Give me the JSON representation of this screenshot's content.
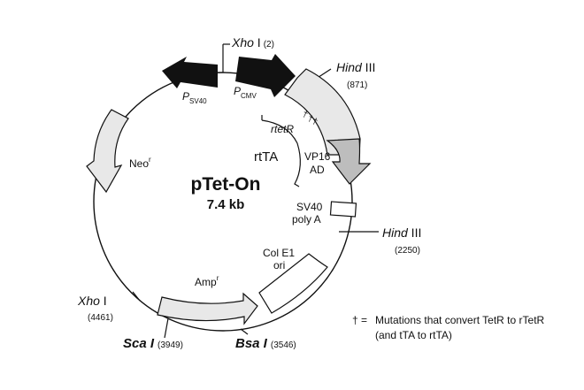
{
  "plasmid": {
    "name": "pTet-On",
    "size": "7.4 kb"
  },
  "sites": {
    "xho1_top": {
      "name_italic": "Xho",
      "name_rest": " I",
      "position": "(2)"
    },
    "hind3_top": {
      "name_italic": "Hind",
      "name_rest": " III",
      "position": "(871)"
    },
    "hind3_right": {
      "name_italic": "Hind",
      "name_rest": " III",
      "position": "(2250)"
    },
    "xho1_left": {
      "name_italic": "Xho",
      "name_rest": " I",
      "position": "(4461)"
    },
    "sca1": {
      "name": "Sca I",
      "position": "(3949)"
    },
    "bsa1": {
      "name": "Bsa I",
      "position": "(3546)"
    }
  },
  "features": {
    "psv40": {
      "p": "P",
      "sub": "SV40"
    },
    "pcmv": {
      "p": "P",
      "sub": "CMV"
    },
    "rtetr": "rtetR",
    "rtta": "rtTA",
    "vp16_line1": "VP16",
    "vp16_line2": "AD",
    "sv40_line1": "SV40",
    "sv40_line2": "poly A",
    "cole1_line1": "Col E1",
    "cole1_line2": "ori",
    "neo": {
      "base": "Neo",
      "sup": "r"
    },
    "amp": {
      "base": "Amp",
      "sup": "r"
    }
  },
  "legend": {
    "symbol": "† =",
    "line1": "Mutations that convert TetR to rTetR",
    "line2": "(and tTA to rtTA)"
  },
  "colors": {
    "arrow_fill": "#e8e8e8",
    "vp16_fill": "#bdbdbd",
    "promoter_fill": "#111111",
    "line": "#111111"
  }
}
